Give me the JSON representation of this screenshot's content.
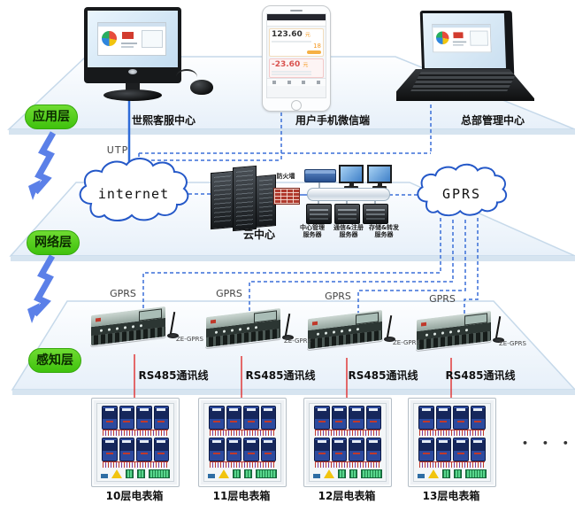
{
  "app_layer": {
    "label": "应用层",
    "nodes": {
      "desktop": "世熙客服中心",
      "phone": "用户手机微信端",
      "laptop": "总部管理中心"
    },
    "utp_label": "UTP",
    "phone_screen": {
      "value_positive": "123.60",
      "value_negative": "-23.60",
      "unit": "元",
      "highlight": "18"
    }
  },
  "network_layer": {
    "label": "网络层",
    "internet_label": "internet",
    "gprs_cloud_label": "GPRS",
    "cloud_center_label": "云中心",
    "firewall_label": "防火墙",
    "servers": [
      {
        "line1": "中心管理",
        "line2": "服务器"
      },
      {
        "line1": "通信&注册",
        "line2": "服务器"
      },
      {
        "line1": "存储&转发",
        "line2": "服务器"
      }
    ]
  },
  "sensing_layer": {
    "label": "感知层",
    "collectors": [
      {
        "gprs": "GPRS",
        "model": "ZE-GPRS",
        "bus": "RS485通讯线"
      },
      {
        "gprs": "GPRS",
        "model": "ZE-GPRS",
        "bus": "RS485通讯线"
      },
      {
        "gprs": "GPRS",
        "model": "ZE-GPRS",
        "bus": "RS485通讯线"
      },
      {
        "gprs": "GPRS",
        "model": "ZE-GPRS",
        "bus": "RS485通讯线"
      }
    ],
    "ellipsis": "• • •"
  },
  "meter_boxes": [
    {
      "label": "10层电表箱"
    },
    {
      "label": "11层电表箱"
    },
    {
      "label": "12层电表箱"
    },
    {
      "label": "13层电表箱"
    }
  ],
  "colors": {
    "line_blue": "#3a6fd8",
    "line_red": "#e03a3a",
    "layer_green": "#4fce17"
  }
}
